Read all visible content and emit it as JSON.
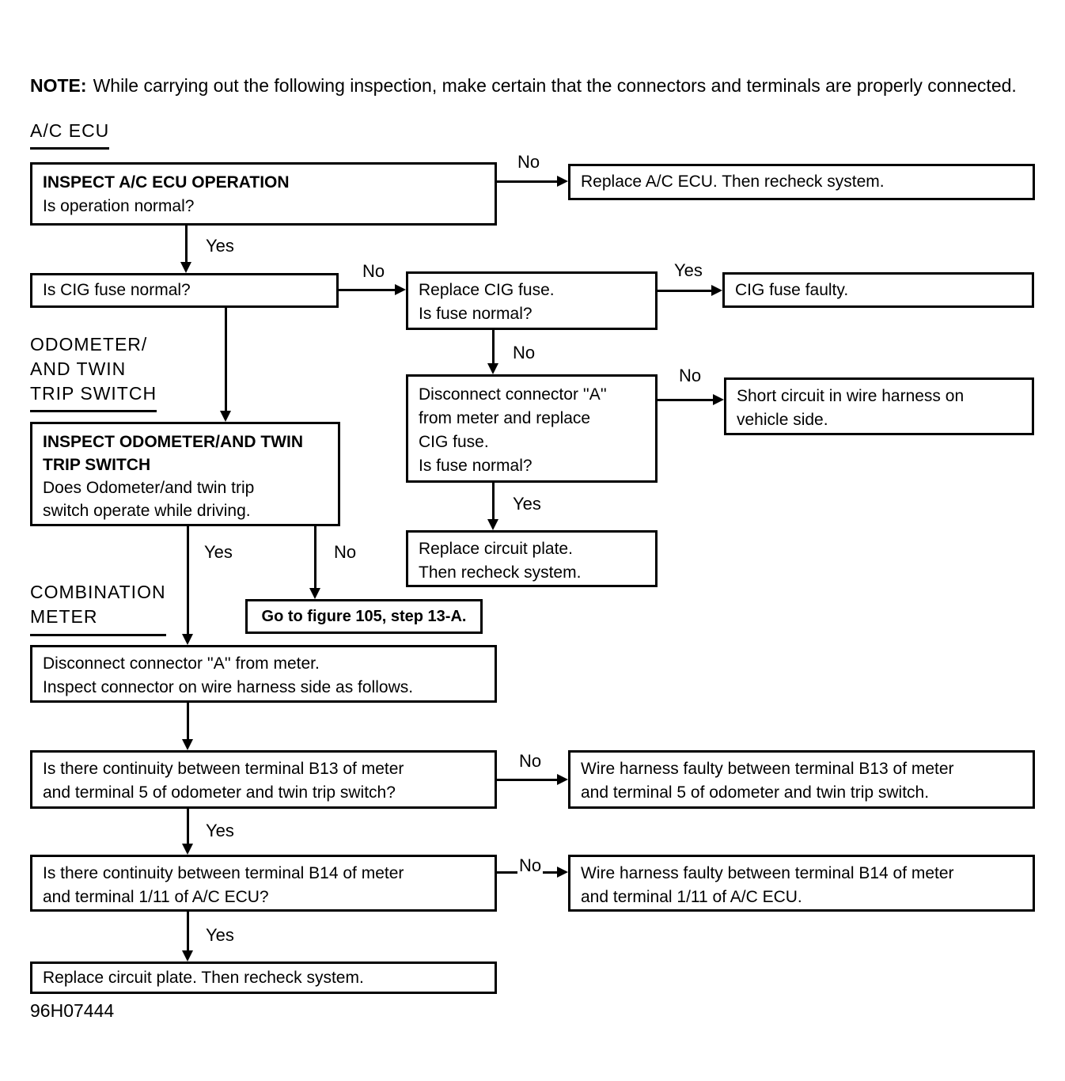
{
  "note": {
    "label": "NOTE:",
    "text": "While carrying out the following inspection, make certain that the connectors and terminals are properly connected."
  },
  "headings": {
    "ac_ecu": "A/C ECU",
    "odometer_switch": [
      "ODOMETER/",
      "AND TWIN",
      "TRIP SWITCH"
    ],
    "combination_meter": [
      "COMBINATION",
      "METER"
    ]
  },
  "nodes": {
    "inspect_ac_ecu": {
      "title": "INSPECT A/C ECU OPERATION",
      "question": "Is operation normal?"
    },
    "replace_ac_ecu": {
      "text": "Replace A/C ECU. Then recheck system."
    },
    "cig_fuse_normal": {
      "text": "Is CIG fuse normal?"
    },
    "replace_cig_fuse": {
      "lines": [
        "Replace CIG fuse.",
        "Is fuse normal?"
      ]
    },
    "cig_fuse_faulty": {
      "text": "CIG fuse faulty."
    },
    "disconnect_replace_fuse": {
      "lines": [
        "Disconnect connector ''A''",
        "from meter and replace",
        "CIG fuse.",
        "Is fuse normal?"
      ]
    },
    "short_circuit": {
      "lines": [
        "Short circuit in wire harness on",
        "vehicle side."
      ]
    },
    "replace_circuit_plate_mid": {
      "lines": [
        "Replace circuit plate.",
        "Then recheck system."
      ]
    },
    "inspect_odometer": {
      "title_lines": [
        "INSPECT ODOMETER/AND TWIN",
        "TRIP SWITCH"
      ],
      "lines": [
        "Does Odometer/and twin trip",
        "switch operate while driving."
      ]
    },
    "goto_figure": {
      "text": "Go to figure 105, step 13-A."
    },
    "disconnect_connector_a": {
      "lines": [
        "Disconnect connector ''A'' from meter.",
        "Inspect connector on wire harness side as follows."
      ]
    },
    "continuity_b13": {
      "lines": [
        "Is there continuity between terminal B13 of meter",
        "and terminal 5 of odometer and twin trip switch?"
      ]
    },
    "harness_faulty_b13": {
      "lines": [
        "Wire harness faulty between terminal B13 of meter",
        "and terminal 5 of odometer and twin trip switch."
      ]
    },
    "continuity_b14": {
      "lines": [
        "Is there continuity between terminal B14 of meter",
        "and terminal 1/11 of A/C ECU?"
      ]
    },
    "harness_faulty_b14": {
      "lines": [
        "Wire harness faulty between terminal B14 of meter",
        "and terminal 1/11 of A/C ECU."
      ]
    },
    "replace_circuit_plate_final": {
      "text": "Replace circuit plate. Then recheck system."
    }
  },
  "labels": {
    "yes": "Yes",
    "no": "No"
  },
  "footer": {
    "figure_id": "96H07444"
  },
  "colors": {
    "ink": "#000000",
    "paper": "#ffffff"
  }
}
